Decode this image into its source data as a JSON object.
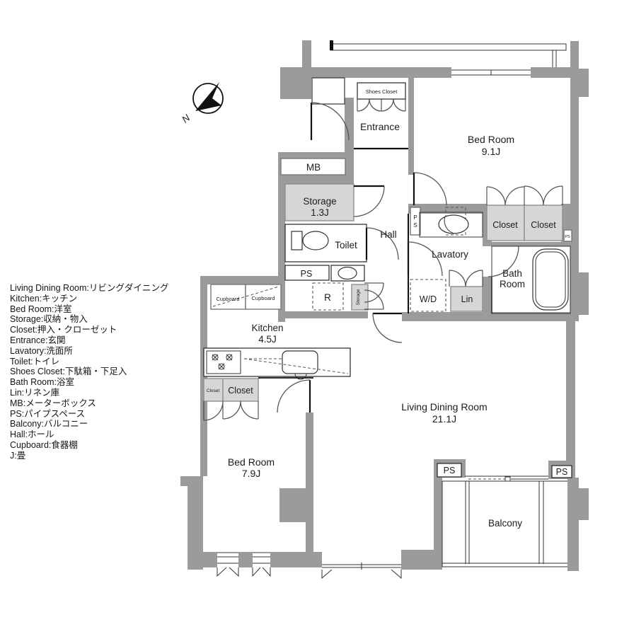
{
  "compass": {
    "north_label": "N"
  },
  "legend": {
    "items": [
      "Living Dining Room:リビングダイニング",
      "Kitchen:キッチン",
      "Bed Room:洋室",
      "Storage:収納・物入",
      "Closet:押入・クローゼット",
      "Entrance:玄関",
      "Lavatory:洗面所",
      "Toilet:トイレ",
      "Shoes Closet:下駄箱・下足入",
      "Bath Room:浴室",
      "Lin:リネン庫",
      "MB:メーターボックス",
      "PS:パイプスペース",
      "Balcony:バルコニー",
      "Hall:ホール",
      "Cupboard:食器棚",
      "J:畳"
    ]
  },
  "rooms": {
    "shoes_closet": "Shoes Closet",
    "entrance": "Entrance",
    "bedroom1_name": "Bed Room",
    "bedroom1_size": "9.1J",
    "mb": "MB",
    "storage_name": "Storage",
    "storage_size": "1.3J",
    "toilet": "Toilet",
    "hall": "Hall",
    "ps_toilet": "PS",
    "ps_lavatory_p": "P",
    "ps_lavatory_s": "S",
    "lavatory": "Lavatory",
    "closet_a": "Closet",
    "closet_b": "Closet",
    "ps_small": "PS",
    "bath_line1": "Bath",
    "bath_line2": "Room",
    "wd": "W/D",
    "lin": "Lin",
    "r": "R",
    "storage_small": "Storage",
    "cupboard1": "Cupboard",
    "cupboard2": "Cupboard",
    "kitchen_name": "Kitchen",
    "kitchen_size": "4.5J",
    "closet_c": "Closet",
    "closet_d": "Closet",
    "ldk_name": "Living Dining Room",
    "ldk_size": "21.1J",
    "bedroom2_name": "Bed Room",
    "bedroom2_size": "7.9J",
    "ps_ldk_left": "PS",
    "ps_ldk_right": "PS",
    "balcony": "Balcony"
  },
  "colors": {
    "wall": "#9b9b9b",
    "storage_fill": "#d6d6d6",
    "line": "#333333",
    "bg": "#ffffff"
  }
}
